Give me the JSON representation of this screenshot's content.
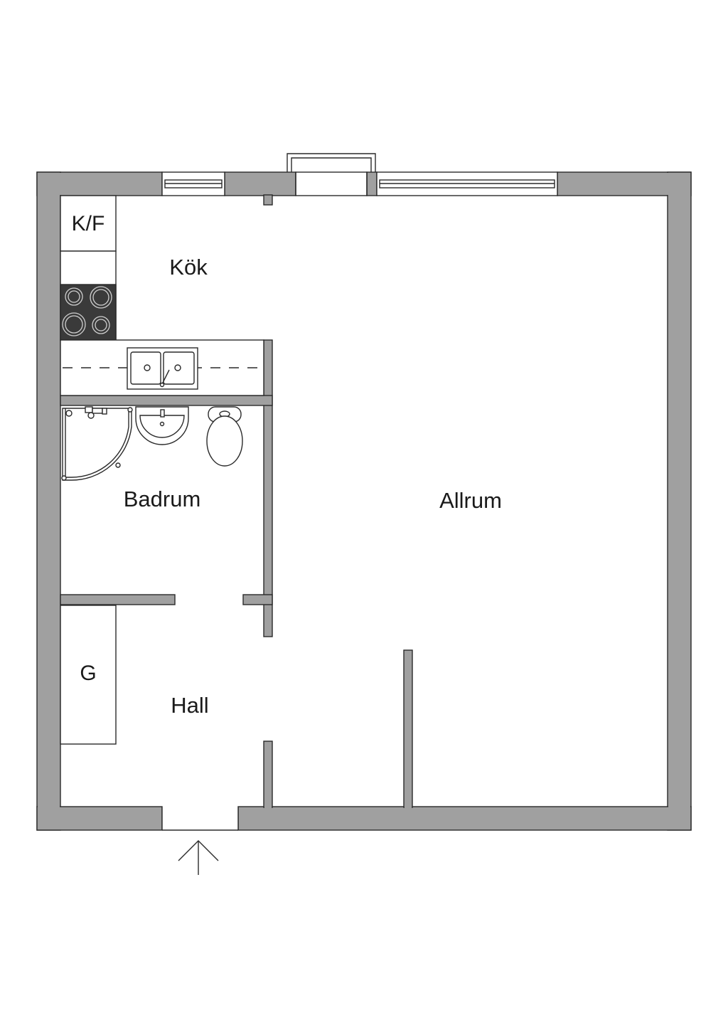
{
  "rooms": {
    "kitchen": "Kök",
    "fridge_freezer": "K/F",
    "bathroom": "Badrum",
    "living_room": "Allrum",
    "hall": "Hall",
    "wardrobe": "G"
  },
  "colors": {
    "wall_fill": "#a0a0a0",
    "line": "#2a2a2a",
    "stove_fill": "#3a3a3a",
    "background": "#ffffff"
  },
  "icons": [
    "entrance-arrow-icon",
    "stove-icon",
    "double-sink-icon",
    "shower-icon",
    "washbasin-icon",
    "toilet-icon"
  ]
}
